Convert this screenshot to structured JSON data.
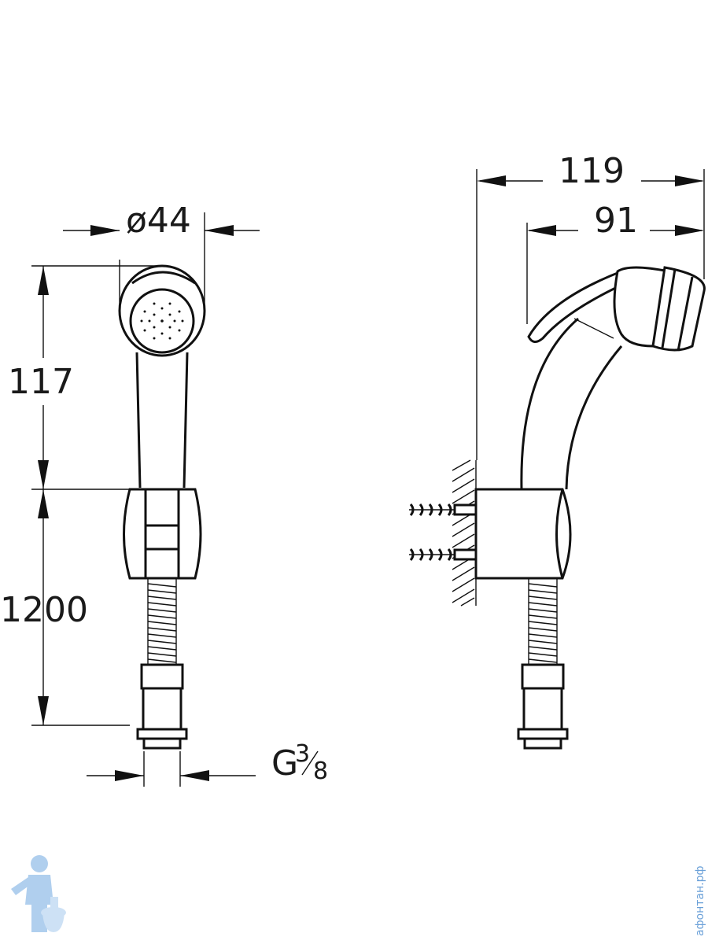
{
  "dimensions": {
    "head_diameter": "ø44",
    "handle_height": "117",
    "hose_length": "1200",
    "thread_size_letter": "G",
    "thread_size_num": "3",
    "thread_size_den": "8",
    "total_depth": "119",
    "head_depth": "91"
  },
  "watermark": {
    "text": "aфонтан.рф",
    "color": "#6aa0d8"
  }
}
